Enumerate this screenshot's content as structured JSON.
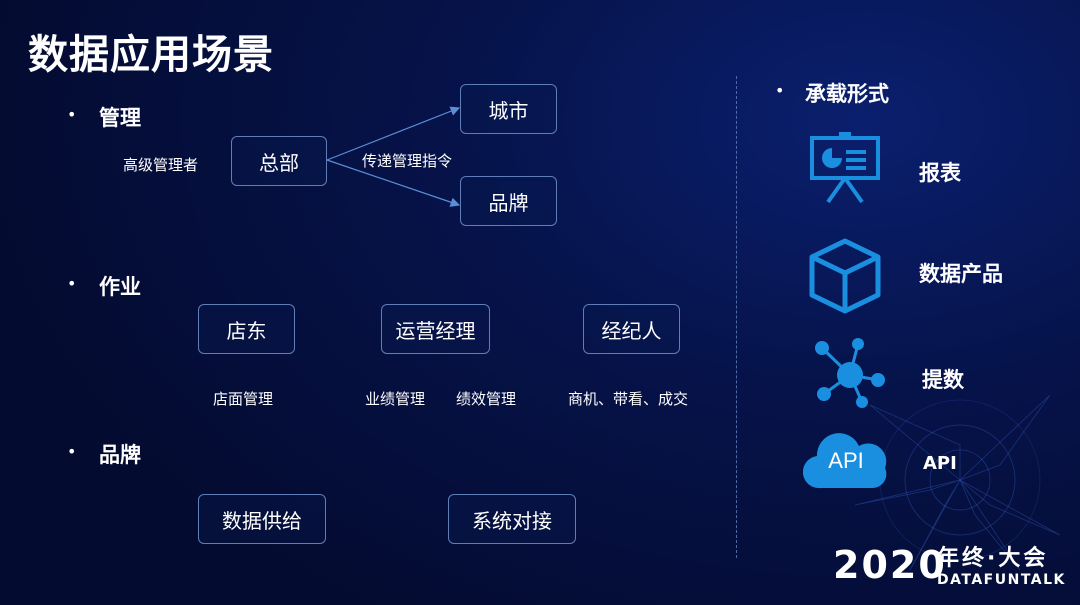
{
  "title": "数据应用场景",
  "bullet_char": "•",
  "sections": {
    "management": {
      "heading": "管理",
      "role_label": "高级管理者",
      "hq": "总部",
      "arrow_label": "传递管理指令",
      "city": "城市",
      "brand": "品牌"
    },
    "operation": {
      "heading": "作业",
      "boxes": [
        "店东",
        "运营经理",
        "经纪人"
      ],
      "notes": [
        "店面管理",
        "业绩管理",
        "绩效管理",
        "商机、带看、成交"
      ]
    },
    "brand": {
      "heading": "品牌",
      "boxes": [
        "数据供给",
        "系统对接"
      ]
    }
  },
  "carrier": {
    "heading": "承载形式",
    "items": [
      {
        "label": "报表",
        "icon": "report-board-icon"
      },
      {
        "label": "数据产品",
        "icon": "cube-icon"
      },
      {
        "label": "提数",
        "icon": "network-nodes-icon"
      },
      {
        "label": "API",
        "icon": "api-cloud-icon",
        "icon_text": "API"
      }
    ]
  },
  "footer": {
    "year": "2020",
    "cn": "年终·大会",
    "en": "DATAFUNTALK"
  },
  "colors": {
    "icon_blue": "#1a8fe0",
    "box_border": "#5f7db6",
    "arrow": "#5a8fd8"
  }
}
